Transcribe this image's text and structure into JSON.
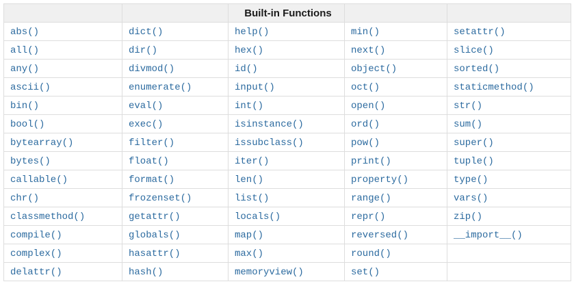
{
  "table": {
    "title": "Built-in Functions",
    "columns_count": 5,
    "rows": [
      [
        "abs()",
        "dict()",
        "help()",
        "min()",
        "setattr()"
      ],
      [
        "all()",
        "dir()",
        "hex()",
        "next()",
        "slice()"
      ],
      [
        "any()",
        "divmod()",
        "id()",
        "object()",
        "sorted()"
      ],
      [
        "ascii()",
        "enumerate()",
        "input()",
        "oct()",
        "staticmethod()"
      ],
      [
        "bin()",
        "eval()",
        "int()",
        "open()",
        "str()"
      ],
      [
        "bool()",
        "exec()",
        "isinstance()",
        "ord()",
        "sum()"
      ],
      [
        "bytearray()",
        "filter()",
        "issubclass()",
        "pow()",
        "super()"
      ],
      [
        "bytes()",
        "float()",
        "iter()",
        "print()",
        "tuple()"
      ],
      [
        "callable()",
        "format()",
        "len()",
        "property()",
        "type()"
      ],
      [
        "chr()",
        "frozenset()",
        "list()",
        "range()",
        "vars()"
      ],
      [
        "classmethod()",
        "getattr()",
        "locals()",
        "repr()",
        "zip()"
      ],
      [
        "compile()",
        "globals()",
        "map()",
        "reversed()",
        "__import__()"
      ],
      [
        "complex()",
        "hasattr()",
        "max()",
        "round()",
        ""
      ],
      [
        "delattr()",
        "hash()",
        "memoryview()",
        "set()",
        ""
      ]
    ]
  },
  "colors": {
    "link_blue": "#2b6a9f",
    "header_background": "#f0f0f0",
    "border": "#dddddd",
    "page_background": "#ffffff",
    "header_text": "#1a1a1a"
  }
}
